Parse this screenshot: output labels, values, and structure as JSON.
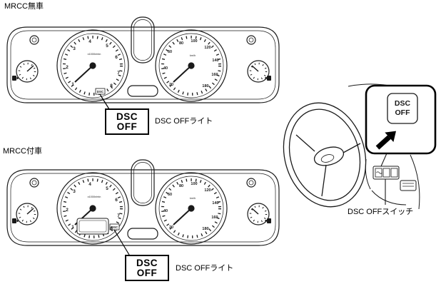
{
  "illustration": {
    "variant_no_mrcc_label": "MRCC無車",
    "variant_mrcc_label": "MRCC付車"
  },
  "callouts": {
    "dsc_box": {
      "line1": "DSC",
      "line2": "OFF"
    },
    "dsc_light_label": "DSC OFFライト",
    "dsc_switch_label": "DSC OFFスイッチ"
  },
  "cluster": {
    "tach_labels": [
      "1",
      "2",
      "3",
      "4",
      "5",
      "6",
      "7",
      "8"
    ],
    "tach_unit": "x1000r/min",
    "speed_labels": [
      "20",
      "40",
      "60",
      "80",
      "100",
      "120",
      "140",
      "160",
      "180"
    ],
    "speed_unit": "km/h",
    "indicator": "DSC"
  },
  "switch_button": {
    "line1": "DSC",
    "line2": "OFF"
  }
}
